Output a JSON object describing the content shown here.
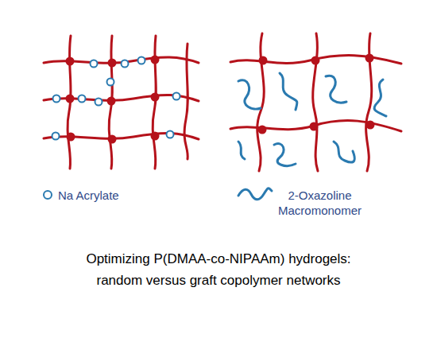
{
  "diagram": {
    "caption": "Optimizing P(DMAA-co-NIPAAm) hydrogels: random versus graft copolymer networks",
    "legend": [
      {
        "text": "Na Acrylate"
      },
      {
        "text": "2-Oxazoline Macromonomer"
      }
    ]
  }
}
